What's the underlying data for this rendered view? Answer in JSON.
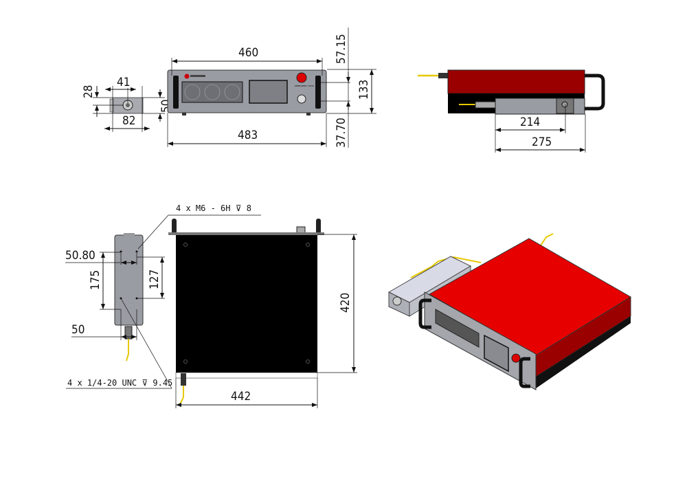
{
  "front_view": {
    "width_inner": "460",
    "width_outer": "483",
    "height": "133",
    "offset_top": "57.15",
    "offset_bottom": "37.70",
    "emergency_label": "EMERGENCY STOP"
  },
  "connector_view": {
    "bolt_spacing": "41",
    "center_height": "28",
    "height": "50",
    "width": "82"
  },
  "side_view": {
    "module_offset": "214",
    "module_length": "275"
  },
  "top_view": {
    "depth": "420",
    "width": "442",
    "mount_note": "4 x  M6 - 6H ⊽ 8"
  },
  "module_bottom_view": {
    "hole_spacing_x": "50.80",
    "hole_spacing_outer": "175",
    "hole_spacing_inner": "127",
    "width": "50",
    "mount_note": "4 x 1/4-20 UNC  ⊽ 9.45"
  },
  "colors": {
    "housing_red": "#e60000",
    "housing_dark_red": "#9a0000",
    "panel_grey": "#9a9ca3",
    "body_black": "#000000",
    "fiber_yellow": "#e8c800"
  }
}
